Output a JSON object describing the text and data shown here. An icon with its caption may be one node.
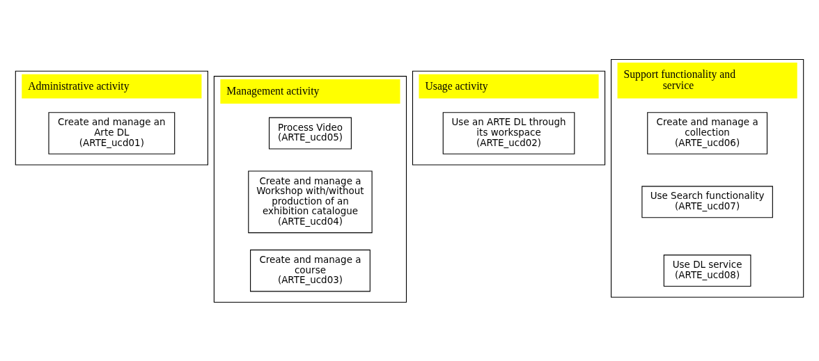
{
  "diagram": {
    "nodes": [
      {
        "text": [
          "Administrative activity"
        ]
      },
      {
        "text": [
          "Create and manage an Arte DL",
          "(ARTE_ucd01)"
        ],
        "in": 0
      },
      {
        "text": [
          "Management activity"
        ]
      },
      {
        "text": [
          "Process Video",
          "(ARTE_ucd05)"
        ],
        "in": 2
      },
      {
        "text": [
          "Create and manage a Workshop with/without production of an exhibition catalogue",
          "(ARTE_ucd04)"
        ],
        "in": 2
      },
      {
        "text": [
          "Create and manage a course",
          "(ARTE_ucd03)"
        ],
        "in": 2
      },
      {
        "text": [
          "Usage activity"
        ]
      },
      {
        "text": [
          "Use an ARTE DL through its workspace",
          "(ARTE_ucd02)"
        ],
        "in": 6
      },
      {
        "text": [
          "Support functionality and service"
        ]
      },
      {
        "text": [
          "Create and manage a collection",
          "(ARTE_ucd06)"
        ],
        "in": 8
      },
      {
        "text": [
          "Use Search functionality",
          "(ARTE_ucd07)"
        ],
        "in": 8
      },
      {
        "text": [
          "Use DL service",
          "(ARTE_ucd08)"
        ],
        "in": 8
      }
    ],
    "edges": []
  }
}
